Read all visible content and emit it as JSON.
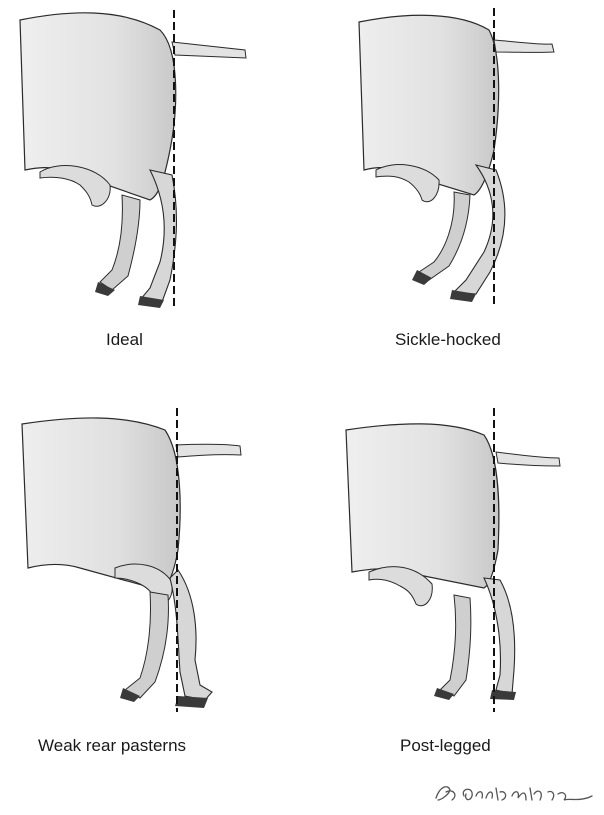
{
  "panels": [
    {
      "id": "ideal",
      "caption": "Ideal"
    },
    {
      "id": "sickle-hocked",
      "caption": "Sickle-hocked"
    },
    {
      "id": "weak-rear-pasterns",
      "caption": "Weak rear pasterns"
    },
    {
      "id": "post-legged",
      "caption": "Post-legged"
    }
  ],
  "signature": "E.A. Constantino",
  "colors": {
    "outline": "#2b2b2b",
    "body_fill": "#e6e6e6",
    "shade": "#b9b9b9",
    "hoof": "#3a3a3a",
    "plumb_line": "#111111"
  }
}
